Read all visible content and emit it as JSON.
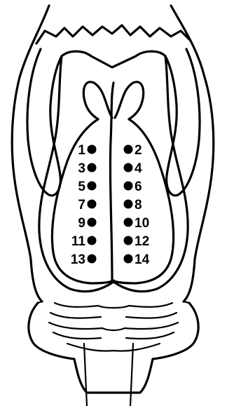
{
  "diagram": {
    "line_color": "#000000",
    "background": "#ffffff",
    "points": [
      {
        "label": "1",
        "side": "left",
        "row": 0
      },
      {
        "label": "2",
        "side": "right",
        "row": 0
      },
      {
        "label": "3",
        "side": "left",
        "row": 1
      },
      {
        "label": "4",
        "side": "right",
        "row": 1
      },
      {
        "label": "5",
        "side": "left",
        "row": 2
      },
      {
        "label": "6",
        "side": "right",
        "row": 2
      },
      {
        "label": "7",
        "side": "left",
        "row": 3
      },
      {
        "label": "8",
        "side": "right",
        "row": 3
      },
      {
        "label": "9",
        "side": "left",
        "row": 4
      },
      {
        "label": "10",
        "side": "right",
        "row": 4
      },
      {
        "label": "11",
        "side": "left",
        "row": 5
      },
      {
        "label": "12",
        "side": "right",
        "row": 5
      },
      {
        "label": "13",
        "side": "left",
        "row": 6
      },
      {
        "label": "14",
        "side": "right",
        "row": 6
      }
    ]
  }
}
